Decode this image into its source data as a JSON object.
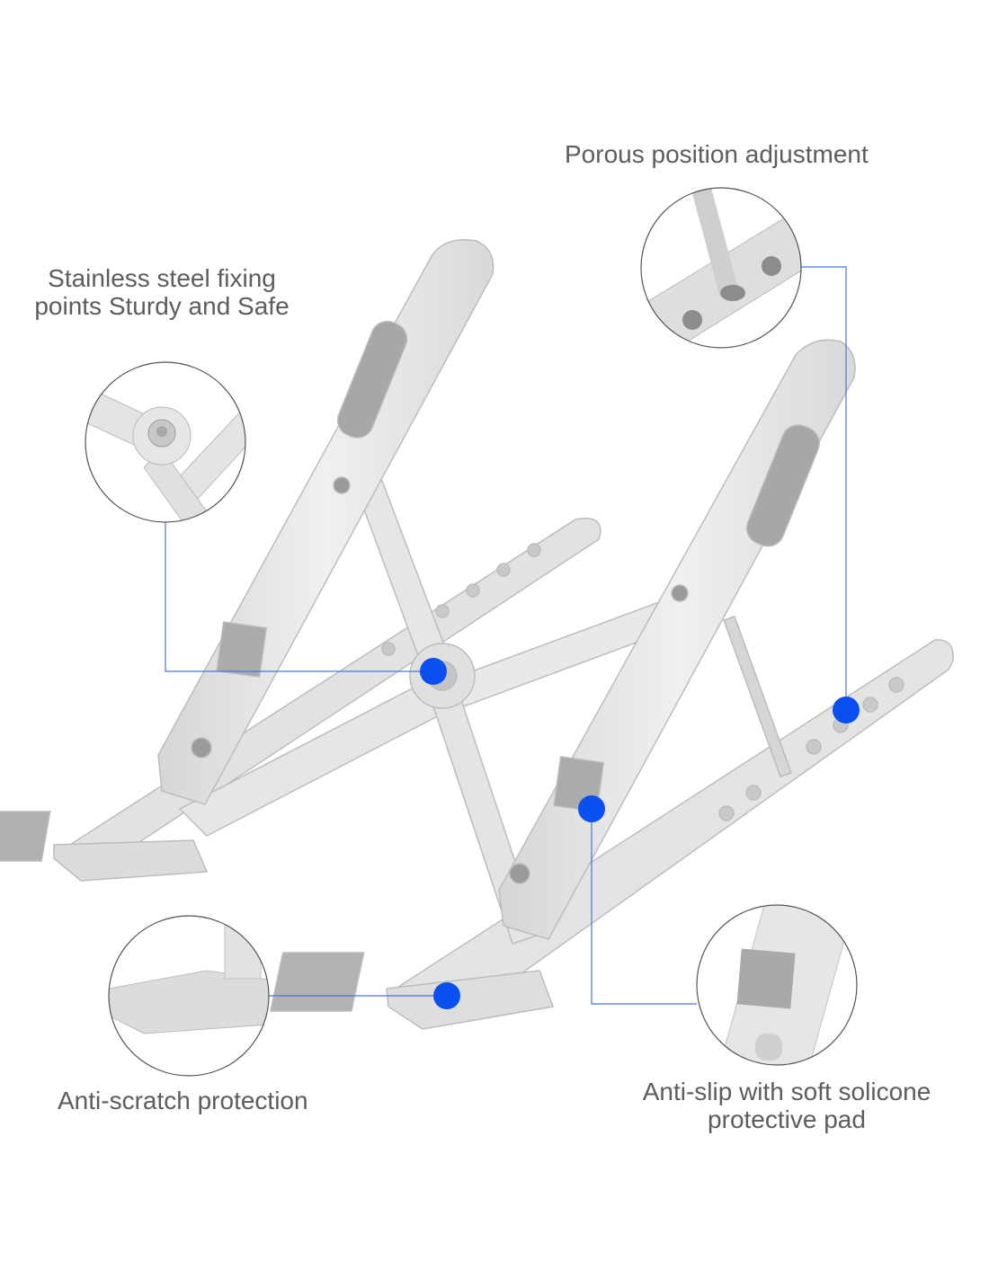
{
  "callouts": {
    "porous": {
      "text": "Porous position adjustment"
    },
    "steel": {
      "line1": "Stainless steel fixing",
      "line2": "points Sturdy and Safe"
    },
    "scratch": {
      "text": "Anti-scratch protection"
    },
    "antislip": {
      "line1": "Anti-slip with soft solicone",
      "line2": "protective pad"
    }
  },
  "colors": {
    "marker": "#0a4ff0",
    "leader": "#4a78d8",
    "metal": "#e3e3e3",
    "metal_dark": "#c7c7c7",
    "pad": "#a9a9a9"
  }
}
